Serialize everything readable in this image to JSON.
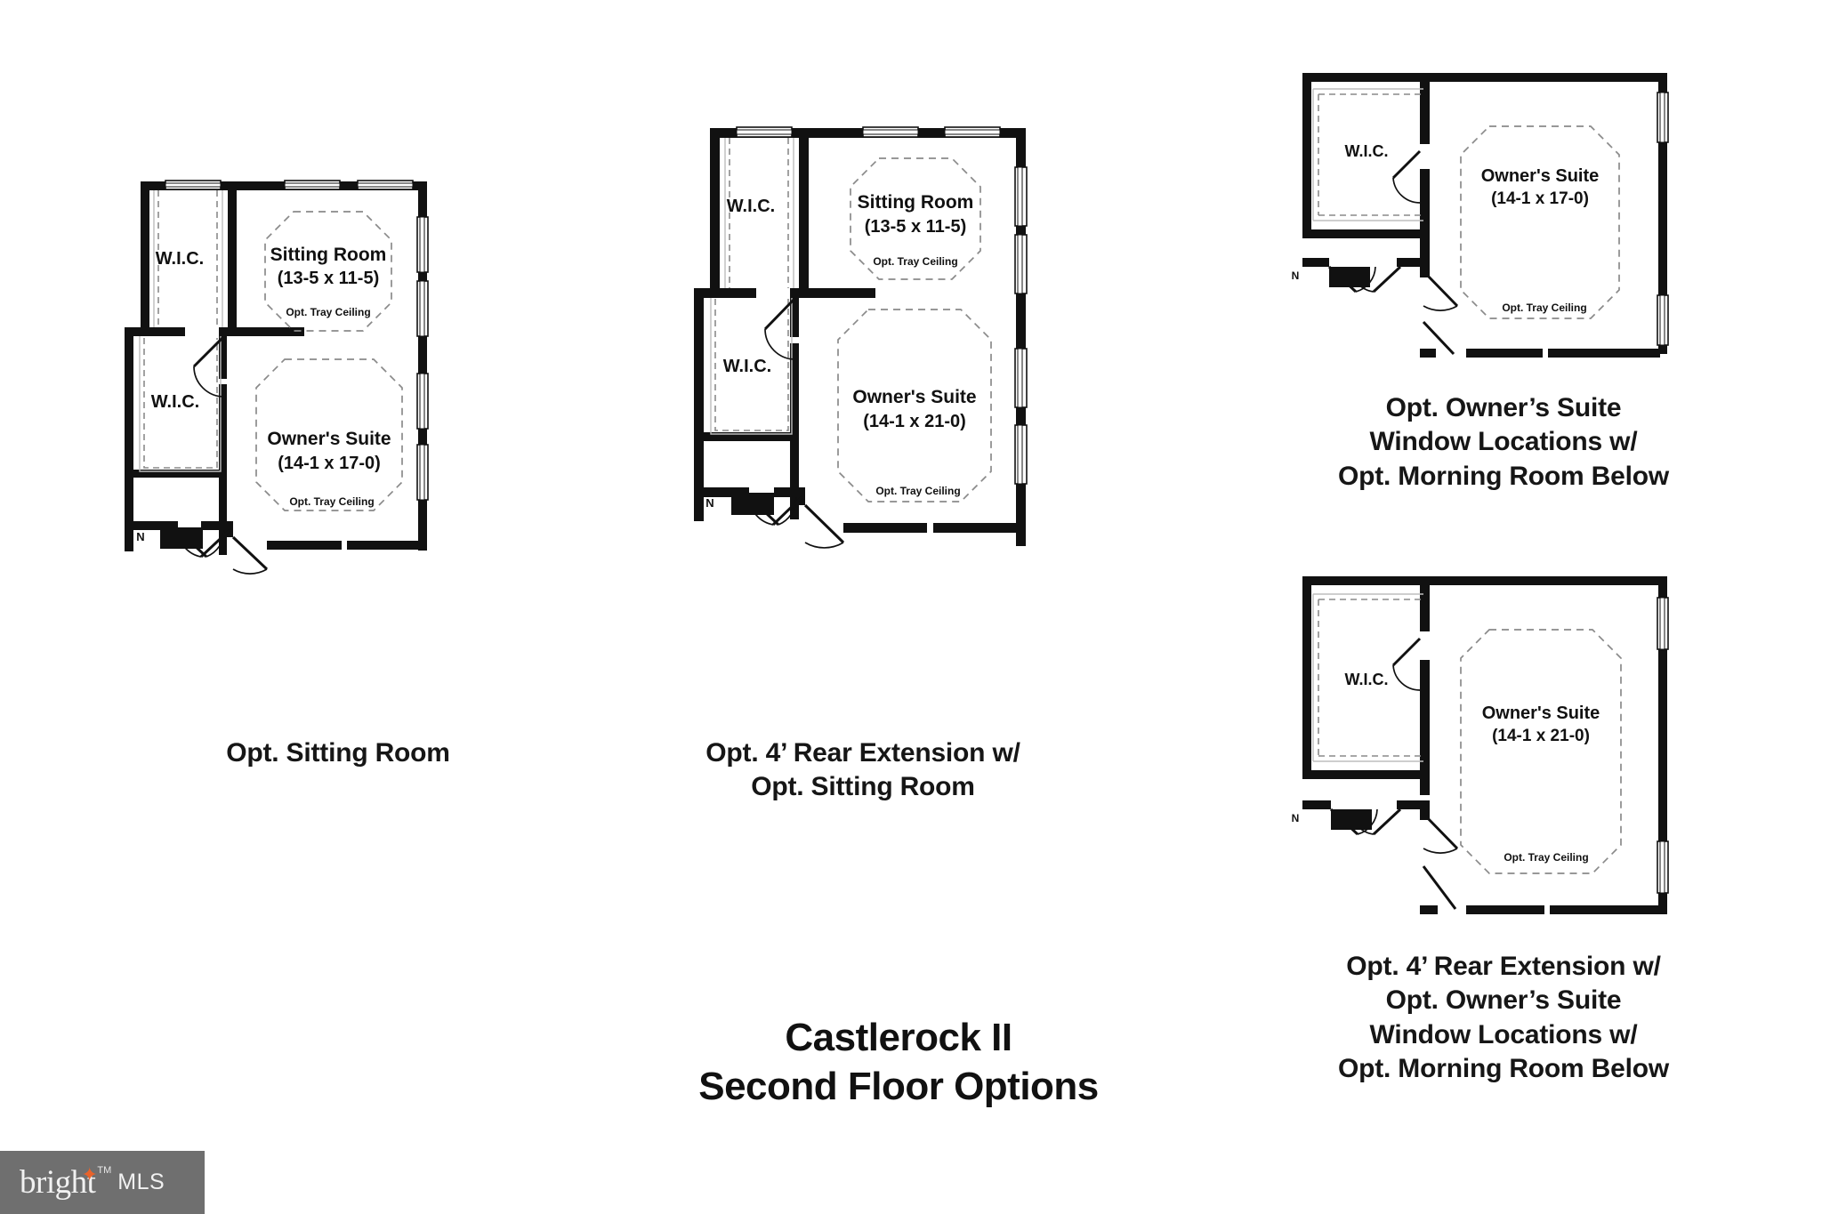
{
  "document": {
    "title_line1": "Castlerock II",
    "title_line2": "Second Floor Options"
  },
  "watermark": {
    "brand": "bright",
    "trademark": "TM",
    "suffix": "MLS",
    "bg_color": "#6f6f6f",
    "accent_color": "#e8622a"
  },
  "plans": [
    {
      "id": "opt-sitting-room",
      "caption": "Opt. Sitting Room",
      "compass": "N",
      "rooms": [
        {
          "name": "W.I.C.",
          "dim": "",
          "note": ""
        },
        {
          "name": "W.I.C.",
          "dim": "",
          "note": ""
        },
        {
          "name": "Sitting Room",
          "dim": "(13-5 x 11-5)",
          "note": "Opt. Tray Ceiling"
        },
        {
          "name": "Owner's Suite",
          "dim": "(14-1 x 17-0)",
          "note": "Opt. Tray Ceiling"
        }
      ]
    },
    {
      "id": "opt-rear-extension-sitting-room",
      "caption_line1": "Opt. 4’ Rear Extension w/",
      "caption_line2": "Opt. Sitting Room",
      "compass": "N",
      "rooms": [
        {
          "name": "W.I.C.",
          "dim": "",
          "note": ""
        },
        {
          "name": "W.I.C.",
          "dim": "",
          "note": ""
        },
        {
          "name": "Sitting Room",
          "dim": "(13-5 x 11-5)",
          "note": "Opt. Tray Ceiling"
        },
        {
          "name": "Owner's Suite",
          "dim": "(14-1 x 21-0)",
          "note": "Opt. Tray Ceiling"
        }
      ]
    },
    {
      "id": "opt-owners-suite-window-locations",
      "caption_line1": "Opt. Owner’s Suite",
      "caption_line2": "Window Locations w/",
      "caption_line3": "Opt. Morning Room Below",
      "compass": "N",
      "rooms": [
        {
          "name": "W.I.C.",
          "dim": "",
          "note": ""
        },
        {
          "name": "Owner's Suite",
          "dim": "(14-1 x 17-0)",
          "note": "Opt. Tray Ceiling"
        }
      ]
    },
    {
      "id": "opt-rear-extension-owners-suite-windows",
      "caption_line1": "Opt. 4’ Rear Extension w/",
      "caption_line2": "Opt. Owner’s Suite",
      "caption_line3": "Window Locations w/",
      "caption_line4": "Opt. Morning Room Below",
      "compass": "N",
      "rooms": [
        {
          "name": "W.I.C.",
          "dim": "",
          "note": ""
        },
        {
          "name": "Owner's Suite",
          "dim": "(14-1 x 21-0)",
          "note": "Opt. Tray Ceiling"
        }
      ]
    }
  ],
  "colors": {
    "wall": "#111111",
    "dashed": "#7d7d7d",
    "text": "#111111",
    "background": "#ffffff"
  }
}
